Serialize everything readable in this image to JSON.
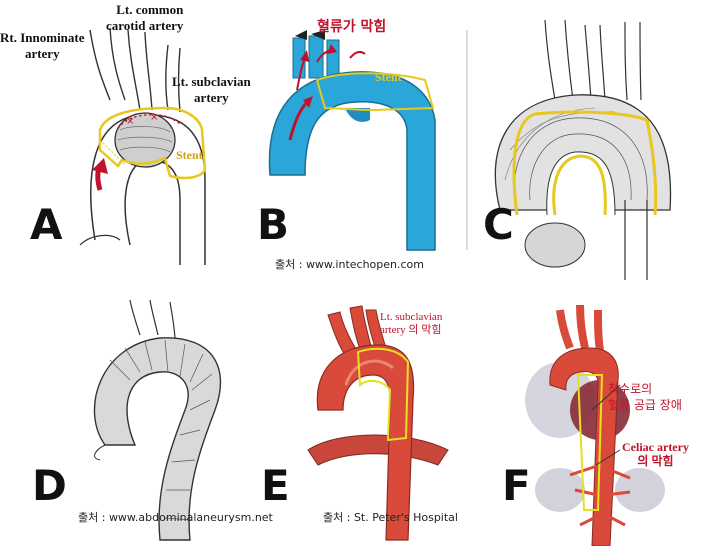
{
  "panels": {
    "a": {
      "letter": "A",
      "labels": {
        "innominate": "Rt. Innominate\nartery",
        "carotid": "Lt. common\ncarotid artery",
        "subclavian": "Lt. subclavian\nartery",
        "stent": "Stent"
      }
    },
    "b": {
      "letter": "B",
      "labels": {
        "blocked": "혈류가 막힘",
        "stent": "Stent"
      },
      "source": "출처 : www.intechopen.com"
    },
    "c": {
      "letter": "C"
    },
    "d": {
      "letter": "D",
      "source": "출처 : www.abdominalaneurysm.net"
    },
    "e": {
      "letter": "E",
      "labels": {
        "subclavian_block": "Lt. subclavian\nartery 의 막힘"
      },
      "source": "출처 : St. Peter's Hospital"
    },
    "f": {
      "letter": "F",
      "labels": {
        "spinal": "척수로의\n혈류 공급 장애",
        "celiac": "Celiac artery\n의 막힘"
      }
    }
  },
  "colors": {
    "stent_yellow": "#e6c81e",
    "arrow_red": "#c0122a",
    "aorta_blue": "#2aa6d8",
    "aorta_red": "#d94a3a"
  }
}
